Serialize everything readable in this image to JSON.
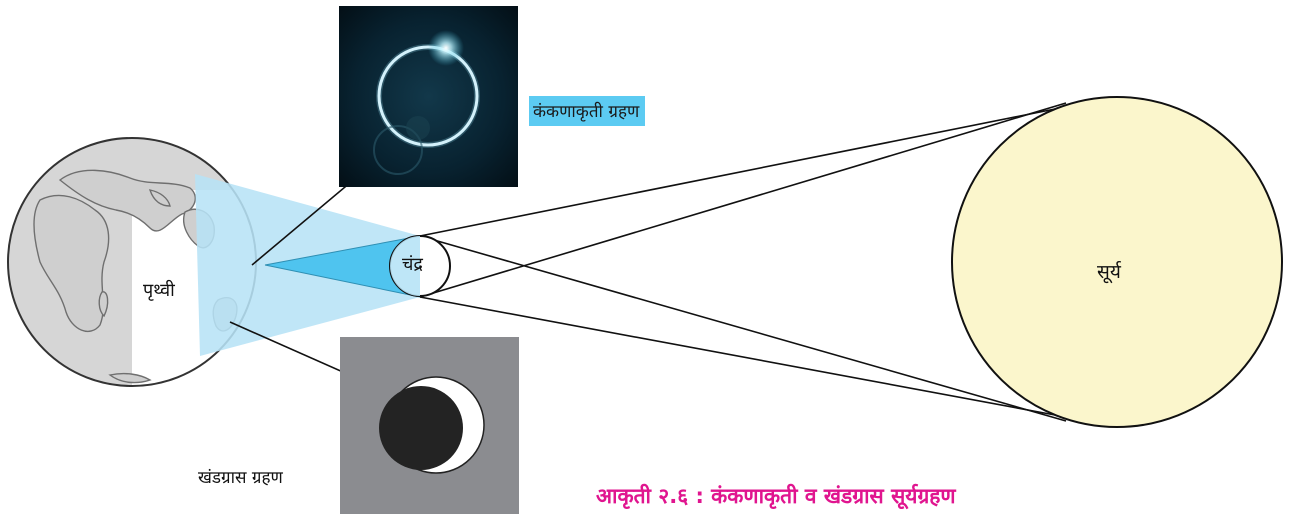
{
  "labels": {
    "annular_eclipse": "कंकणाकृती ग्रहण",
    "partial_eclipse": "खंडग्रास ग्रहण",
    "earth": "पृथ्वी",
    "moon": "चंद्र",
    "sun": "सूर्य"
  },
  "caption": "आकृती २.६ : कंकणाकृती व खंडग्रास सूर्यग्रहण",
  "colors": {
    "sun_fill": "#fbf6cc",
    "shadow_cone": "#b7e3f6",
    "umbra": "#4fc4ef",
    "label_highlight": "#5ccbf2",
    "caption": "#e0158f",
    "earth_gray": "#d6d6d6",
    "partial_bg": "#8b8c90",
    "annular_bg": "#061a24"
  }
}
